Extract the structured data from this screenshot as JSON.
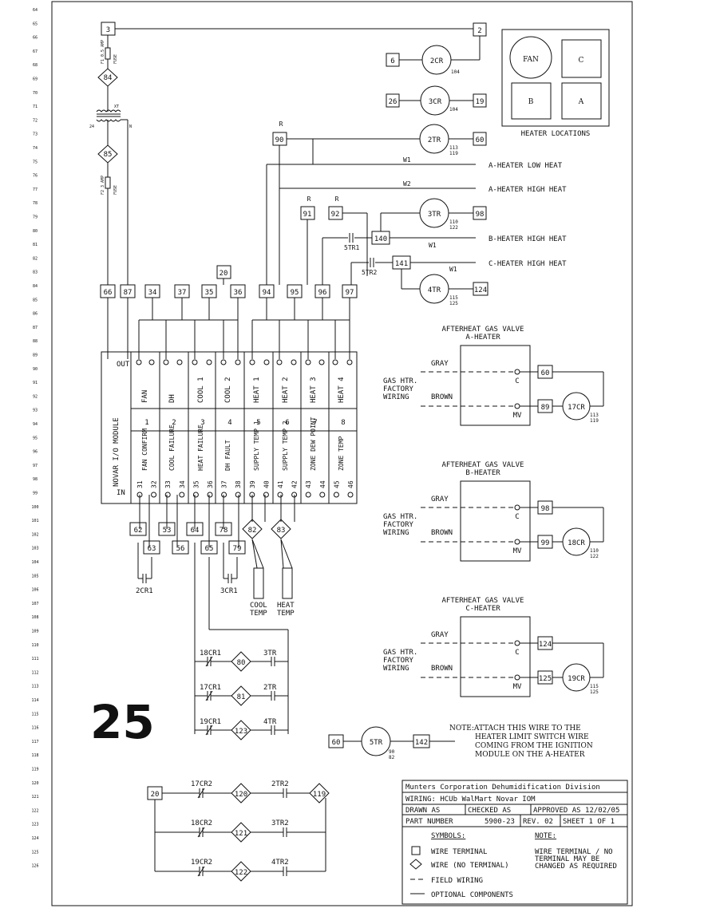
{
  "row_numbers": [
    "64",
    "65",
    "66",
    "67",
    "68",
    "69",
    "70",
    "71",
    "72",
    "73",
    "74",
    "75",
    "76",
    "77",
    "78",
    "79",
    "80",
    "81",
    "82",
    "83",
    "84",
    "85",
    "86",
    "87",
    "88",
    "89",
    "90",
    "91",
    "92",
    "93",
    "94",
    "95",
    "96",
    "97",
    "98",
    "99",
    "100",
    "101",
    "102",
    "103",
    "104",
    "105",
    "106",
    "107",
    "108",
    "109",
    "110",
    "111",
    "112",
    "113",
    "114",
    "115",
    "116",
    "117",
    "118",
    "119",
    "120",
    "121",
    "122",
    "123",
    "124",
    "125",
    "126"
  ],
  "page_number": "25",
  "transformer": {
    "top_terminal": "3",
    "fuse_top": "F1 0.5 AMP",
    "fuse_top_b": "FUSE",
    "top_wire": "84",
    "transformer_label": "XT",
    "v24": "24",
    "neutral": "N",
    "mid_wire": "85",
    "fuse_bot": "F2 3 AMP",
    "fuse_bot_b": "FUSE"
  },
  "relays_top": [
    {
      "left": "2",
      "coil": "",
      "right": ""
    },
    {
      "left": "6",
      "coil": "2CR",
      "right": "",
      "sub": "104"
    },
    {
      "left": "26",
      "coil": "3CR",
      "right": "19",
      "sub": "104"
    }
  ],
  "heater_locations": {
    "fan": "FAN",
    "c": "C",
    "b": "B",
    "a": "A",
    "caption": "HEATER LOCATIONS"
  },
  "relays_mid": {
    "r90_label": "R",
    "t90": "90",
    "tr2": "2TR",
    "tr2_sub1": "113",
    "tr2_sub2": "119",
    "t60": "60",
    "w1a": "W1",
    "a_low": "A-HEATER LOW HEAT",
    "w2": "W2",
    "a_high": "A-HEATER HIGH HEAT",
    "r91": "R",
    "t91": "91",
    "r92": "R",
    "t92": "92",
    "tr3": "3TR",
    "tr3_sub1": "110",
    "tr3_sub2": "122",
    "t98": "98",
    "t140": "140",
    "str1": "5TR1",
    "w1b": "W1",
    "b_high": "B-HEATER HIGH HEAT",
    "t141": "141",
    "str2": "5TR2",
    "w1c": "W1",
    "c_high": "C-HEATER HIGH HEAT",
    "tr4": "4TR",
    "tr4_sub1": "115",
    "tr4_sub2": "125",
    "t124": "124",
    "t20": "20"
  },
  "module_terminals_top": [
    "66",
    "87",
    "34",
    "37",
    "35",
    "36",
    "94",
    "95",
    "96",
    "97"
  ],
  "module": {
    "title": "NOVAR I/O MODULE",
    "out": "OUT",
    "in": "IN",
    "outputs": [
      "FAN",
      "DH",
      "COOL 1",
      "COOL 2",
      "HEAT 1",
      "HEAT 2",
      "HEAT 3",
      "HEAT 4"
    ],
    "numbers": [
      "1",
      "2",
      "3",
      "4",
      "5",
      "6",
      "7",
      "8"
    ],
    "inputs": [
      "FAN CONFIRM",
      "COOL FAILURE",
      "HEAT FAILURE",
      "DH FAULT",
      "SUPPLY TEMP 1",
      "SUPPLY TEMP 2",
      "ZONE DEW POINT",
      "ZONE TEMP"
    ],
    "in_pins": [
      "31",
      "32",
      "33",
      "34",
      "35",
      "36",
      "37",
      "38",
      "39",
      "40",
      "41",
      "42",
      "43",
      "44",
      "45",
      "46"
    ]
  },
  "module_terminals_bottom": [
    "62",
    "53",
    "64",
    "78",
    "82",
    "83",
    "63",
    "56",
    "65",
    "79"
  ],
  "bottom_labels": {
    "cr2": "2CR1",
    "cr3": "3CR1",
    "cool_temp": "COOL TEMP",
    "heat_temp": "HEAT TEMP"
  },
  "ladder": [
    {
      "contact": "18CR1",
      "wire": "80",
      "coil": "3TR"
    },
    {
      "contact": "17CR1",
      "wire": "81",
      "coil": "2TR"
    },
    {
      "contact": "19CR1",
      "wire": "123",
      "coil": "4TR"
    }
  ],
  "gas_valves": [
    {
      "title1": "AFTERHEAT GAS VALVE",
      "title2": "A-HEATER",
      "gray": "GRAY",
      "brown": "BROWN",
      "factory": [
        "GAS HTR.",
        "FACTORY",
        "WIRING"
      ],
      "c": "C",
      "mv": "MV",
      "tc": "60",
      "tmv": "89",
      "relay": "17CR",
      "sub1": "113",
      "sub2": "119"
    },
    {
      "title1": "AFTERHEAT GAS VALVE",
      "title2": "B-HEATER",
      "gray": "GRAY",
      "brown": "BROWN",
      "factory": [
        "GAS HTR.",
        "FACTORY",
        "WIRING"
      ],
      "c": "C",
      "mv": "MV",
      "tc": "98",
      "tmv": "99",
      "relay": "18CR",
      "sub1": "110",
      "sub2": "122"
    },
    {
      "title1": "AFTERHEAT GAS VALVE",
      "title2": "C-HEATER",
      "gray": "GRAY",
      "brown": "BROWN",
      "factory": [
        "GAS HTR.",
        "FACTORY",
        "WIRING"
      ],
      "c": "C",
      "mv": "MV",
      "tc": "124",
      "tmv": "125",
      "relay": "19CR",
      "sub1": "115",
      "sub2": "125"
    }
  ],
  "str_relay": {
    "left": "60",
    "coil": "5TR",
    "sub1": "90",
    "sub2": "82",
    "right": "142"
  },
  "note": [
    "NOTE:ATTACH THIS WIRE TO THE",
    "HEATER LIMIT SWITCH WIRE",
    "COMING FROM THE IGNITION",
    "MODULE ON THE A-HEATER"
  ],
  "ladder2": {
    "left": "20",
    "rows": [
      {
        "contact": "17CR2",
        "wire": "120",
        "coil": "2TR2",
        "end": "119"
      },
      {
        "contact": "18CR2",
        "wire": "121",
        "coil": "3TR2"
      },
      {
        "contact": "19CR2",
        "wire": "122",
        "coil": "4TR2"
      }
    ]
  },
  "title_block": {
    "company": "Munters Corporation Dehumidification Division",
    "wiring": "WIRING: HCUb WalMart Novar IOM",
    "drawn": "DRAWN AS",
    "checked": "CHECKED AS",
    "approved": "APPROVED AS 12/02/05",
    "part_label": "PART NUMBER",
    "part": "5900-23",
    "rev": "REV. 02",
    "sheet": "SHEET 1 OF 1",
    "symbols": "SYMBOLS:",
    "notes": "NOTE:",
    "sym1": "WIRE TERMINAL",
    "sym2": "WIRE (NO TERMINAL)",
    "sym3": "FIELD WIRING",
    "sym4": "OPTIONAL COMPONENTS",
    "note1": "WIRE TERMINAL / NO",
    "note2": "TERMINAL MAY BE",
    "note3": "CHANGED AS REQUIRED"
  }
}
